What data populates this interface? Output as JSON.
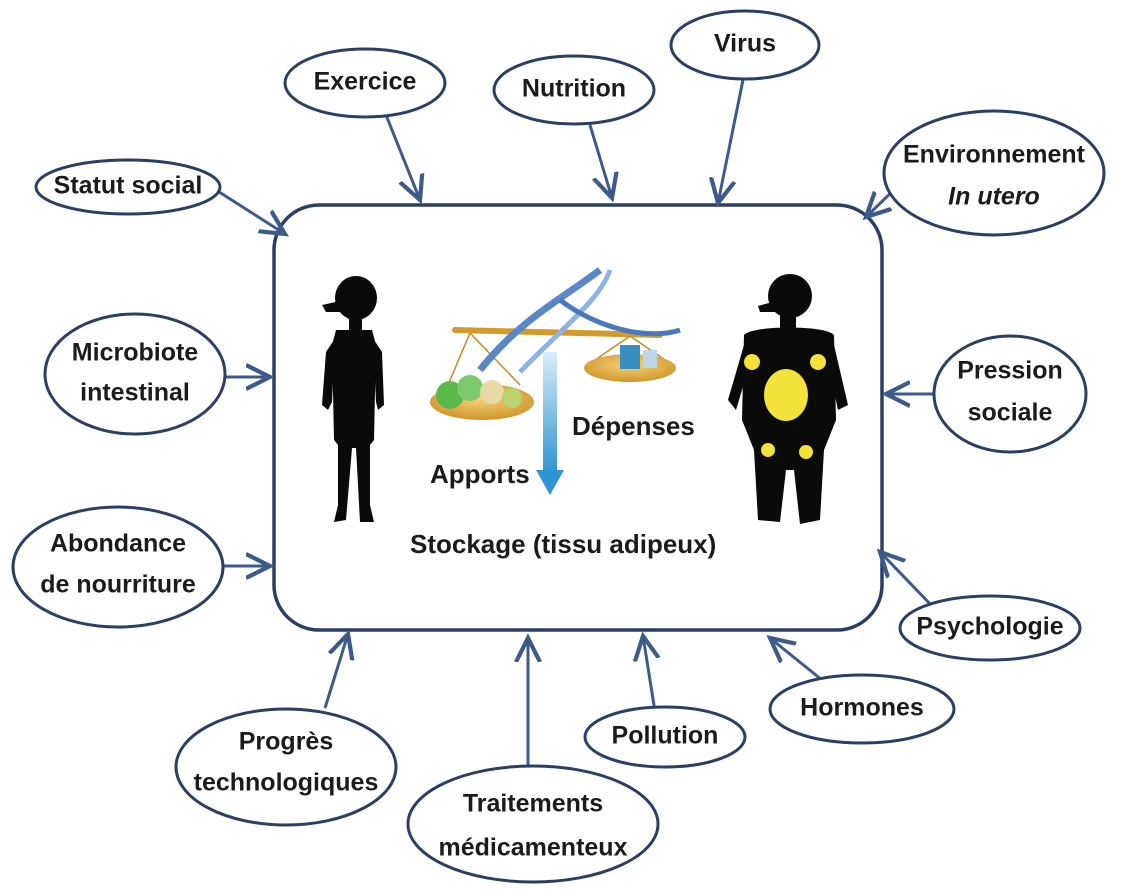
{
  "factors": {
    "exercice": "Exercice",
    "nutrition": "Nutrition",
    "virus": "Virus",
    "environnement_line1": "Environnement",
    "environnement_line2": "In utero",
    "statut_social": "Statut social",
    "microbiote_line1": "Microbiote",
    "microbiote_line2": "intestinal",
    "pression_line1": "Pression",
    "pression_line2": "sociale",
    "abondance_line1": "Abondance",
    "abondance_line2": "de nourriture",
    "psychologie": "Psychologie",
    "hormones": "Hormones",
    "pollution": "Pollution",
    "progres_line1": "Progrès",
    "progres_line2": "technologiques",
    "traitements_line1": "Traitements",
    "traitements_line2": "médicamenteux"
  },
  "center": {
    "apports": "Apports",
    "depenses": "Dépenses",
    "stockage": "Stockage (tissu adipeux)"
  },
  "colors": {
    "bubble_stroke": "#2b3f63",
    "arrow": "#3e5a88",
    "silhouette": "#0a0a0a",
    "fat": "#f3e23a",
    "stockage_arrow": "#3aa0d8"
  },
  "icons": [
    "lean-person-icon",
    "scale-dna-icon",
    "obese-person-icon"
  ]
}
